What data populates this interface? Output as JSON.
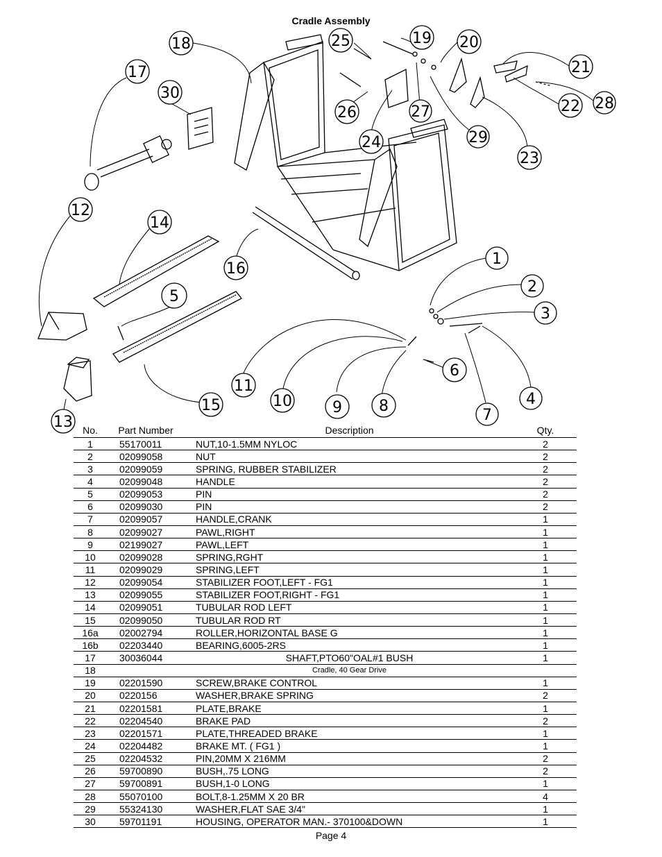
{
  "title": "Cradle Assembly",
  "callouts": [
    "1",
    "2",
    "3",
    "4",
    "5",
    "6",
    "7",
    "8",
    "9",
    "10",
    "11",
    "12",
    "13",
    "14",
    "15",
    "16",
    "17",
    "18",
    "19",
    "20",
    "21",
    "22",
    "23",
    "24",
    "25",
    "26",
    "27",
    "28",
    "29",
    "30"
  ],
  "table": {
    "headers": {
      "no": "No.",
      "part": "Part Number",
      "desc": "Description",
      "qty": "Qty."
    },
    "rows": [
      {
        "no": "1",
        "part": "55170011",
        "desc": "NUT,10-1.5MM NYLOC",
        "qty": "2"
      },
      {
        "no": "2",
        "part": "02099058",
        "desc": "NUT",
        "qty": "2"
      },
      {
        "no": "3",
        "part": "02099059",
        "desc": "SPRING, RUBBER STABILIZER",
        "qty": "2"
      },
      {
        "no": "4",
        "part": "02099048",
        "desc": "HANDLE",
        "qty": "2"
      },
      {
        "no": "5",
        "part": "02099053",
        "desc": "PIN",
        "qty": "2"
      },
      {
        "no": "6",
        "part": "02099030",
        "desc": "PIN",
        "qty": "2"
      },
      {
        "no": "7",
        "part": "02099057",
        "desc": "HANDLE,CRANK",
        "qty": "1"
      },
      {
        "no": "8",
        "part": "02099027",
        "desc": "PAWL,RIGHT",
        "qty": "1"
      },
      {
        "no": "9",
        "part": "02199027",
        "desc": "PAWL,LEFT",
        "qty": "1"
      },
      {
        "no": "10",
        "part": "02099028",
        "desc": "SPRING,RGHT",
        "qty": "1"
      },
      {
        "no": "11",
        "part": "02099029",
        "desc": "SPRING,LEFT",
        "qty": "1"
      },
      {
        "no": "12",
        "part": "02099054",
        "desc": "STABILIZER FOOT,LEFT - FG1",
        "qty": "1"
      },
      {
        "no": "13",
        "part": "02099055",
        "desc": "STABILIZER FOOT,RIGHT - FG1",
        "qty": "1"
      },
      {
        "no": "14",
        "part": "02099051",
        "desc": "TUBULAR ROD LEFT",
        "qty": "1"
      },
      {
        "no": "15",
        "part": "02099050",
        "desc": "TUBULAR ROD RT",
        "qty": "1"
      },
      {
        "no": "16a",
        "part": "02002794",
        "desc": "ROLLER,HORIZONTAL BASE G",
        "qty": "1"
      },
      {
        "no": "16b",
        "part": "02203440",
        "desc": "BEARING,6005-2RS",
        "qty": "1"
      },
      {
        "no": "17",
        "part": "30036044",
        "desc": "SHAFT,PTO60\"OAL#1 BUSH",
        "qty": "1",
        "style": "center"
      },
      {
        "no": "18",
        "part": "",
        "desc": "Cradle, 40 Gear Drive",
        "qty": "",
        "style": "small"
      },
      {
        "no": "19",
        "part": "02201590",
        "desc": "SCREW,BRAKE CONTROL",
        "qty": "1"
      },
      {
        "no": "20",
        "part": "0220156",
        "desc": "WASHER,BRAKE SPRING",
        "qty": "2"
      },
      {
        "no": "21",
        "part": "02201581",
        "desc": "PLATE,BRAKE",
        "qty": "1"
      },
      {
        "no": "22",
        "part": "02204540",
        "desc": "BRAKE PAD",
        "qty": "2"
      },
      {
        "no": "23",
        "part": "02201571",
        "desc": "PLATE,THREADED BRAKE",
        "qty": "1"
      },
      {
        "no": "24",
        "part": "02204482",
        "desc": "BRAKE MT. ( FG1 )",
        "qty": "1"
      },
      {
        "no": "25",
        "part": "02204532",
        "desc": "PIN,20MM X 216MM",
        "qty": "2"
      },
      {
        "no": "26",
        "part": "59700890",
        "desc": "BUSH,.75 LONG",
        "qty": "2"
      },
      {
        "no": "27",
        "part": "59700891",
        "desc": "BUSH,1-0 LONG",
        "qty": "1"
      },
      {
        "no": "28",
        "part": "55070100",
        "desc": "BOLT,8-1.25MM X 20 BR",
        "qty": "4"
      },
      {
        "no": "29",
        "part": "55324130",
        "desc": "WASHER,FLAT SAE 3/4\"",
        "qty": "1"
      },
      {
        "no": "30",
        "part": "59701191",
        "desc": "HOUSING, OPERATOR MAN.- 370100&DOWN",
        "qty": "1"
      }
    ]
  },
  "footer": {
    "page": "Page 4"
  }
}
